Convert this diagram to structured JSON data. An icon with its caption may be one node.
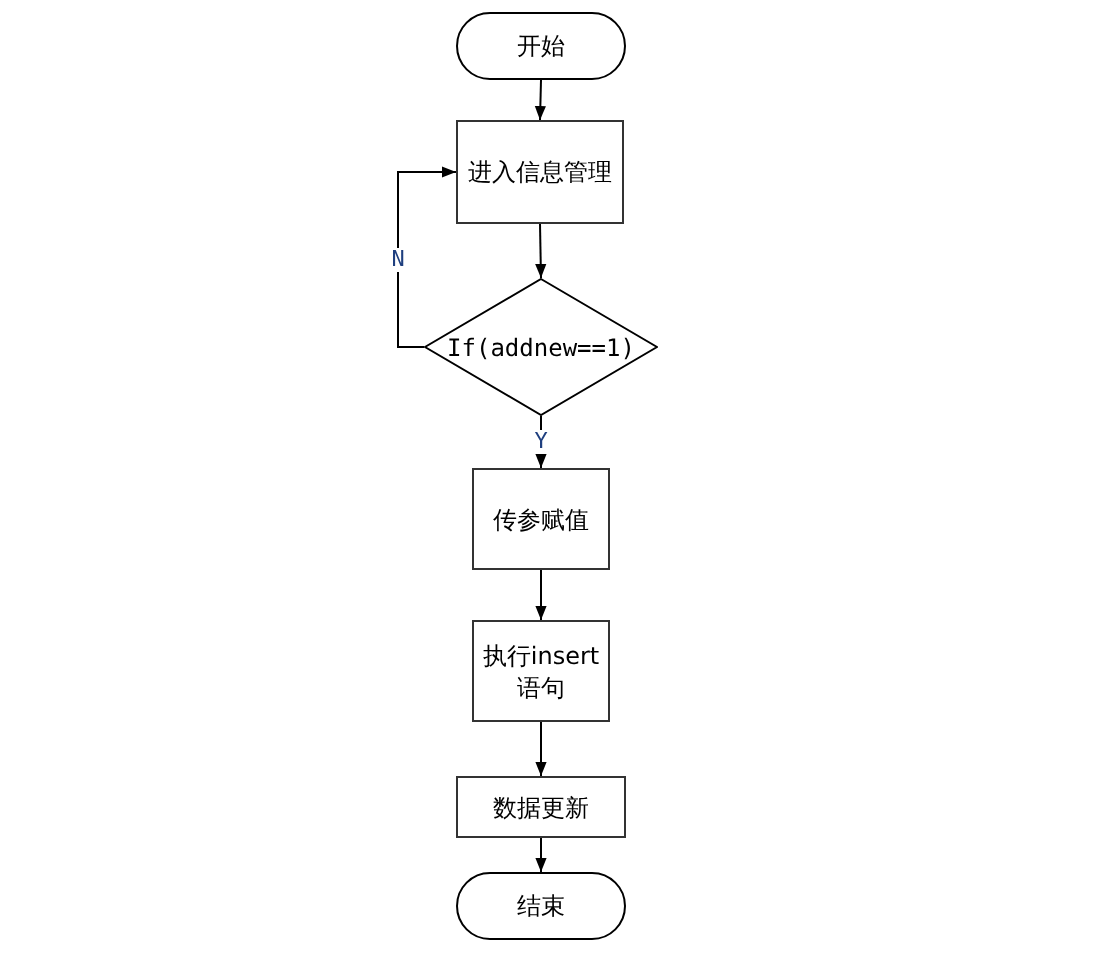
{
  "diagram": {
    "nodes": [
      {
        "text": [
          "开始"
        ]
      },
      {
        "text": [
          "进入信息管理"
        ]
      },
      {
        "text": [
          "If(addnew==1)"
        ]
      },
      {
        "text": [
          "传参赋值"
        ]
      },
      {
        "text": [
          "执行insert语句"
        ]
      },
      {
        "text": [
          "数据更新"
        ]
      },
      {
        "text": [
          "结束"
        ]
      }
    ],
    "edges": [
      {
        "from": 0,
        "to": 1,
        "arrow": "to"
      },
      {
        "from": 1,
        "to": 2,
        "arrow": "to"
      },
      {
        "from": 2,
        "to": 3,
        "arrow": "to",
        "label": "Y"
      },
      {
        "from": 2,
        "to": 1,
        "arrow": "to",
        "label": "N"
      },
      {
        "from": 3,
        "to": 4,
        "arrow": "to"
      },
      {
        "from": 4,
        "to": 5,
        "arrow": "to"
      },
      {
        "from": 5,
        "to": 6,
        "arrow": "to"
      }
    ]
  }
}
